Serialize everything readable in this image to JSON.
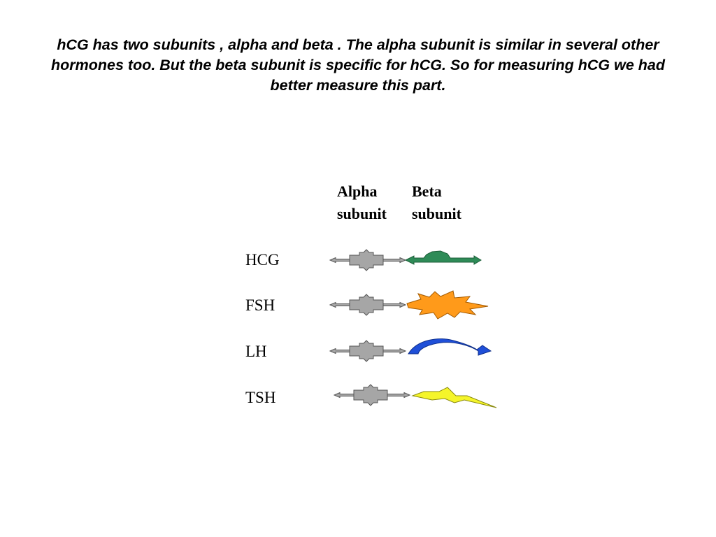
{
  "caption": "hCG has two subunits , alpha and beta . The alpha subunit is similar in several other hormones too. But the beta subunit is specific for hCG. So for measuring hCG we had better measure this part.",
  "columns": {
    "alpha": {
      "line1": "Alpha",
      "line2": "subunit"
    },
    "beta": {
      "line1": "Beta",
      "line2": "subunit"
    }
  },
  "hormones": [
    {
      "label": "HCG",
      "beta_shape": "green-arrow-icon",
      "beta_color": "#2e8b57"
    },
    {
      "label": "FSH",
      "beta_shape": "orange-starburst-icon",
      "beta_color": "#ff9a1a"
    },
    {
      "label": "LH",
      "beta_shape": "blue-curved-arrow-icon",
      "beta_color": "#1f4fd8"
    },
    {
      "label": "TSH",
      "beta_shape": "yellow-lightning-icon",
      "beta_color": "#f5f52a"
    }
  ],
  "colors": {
    "alpha_fill": "#a6a6a6",
    "outline": "#555555"
  }
}
